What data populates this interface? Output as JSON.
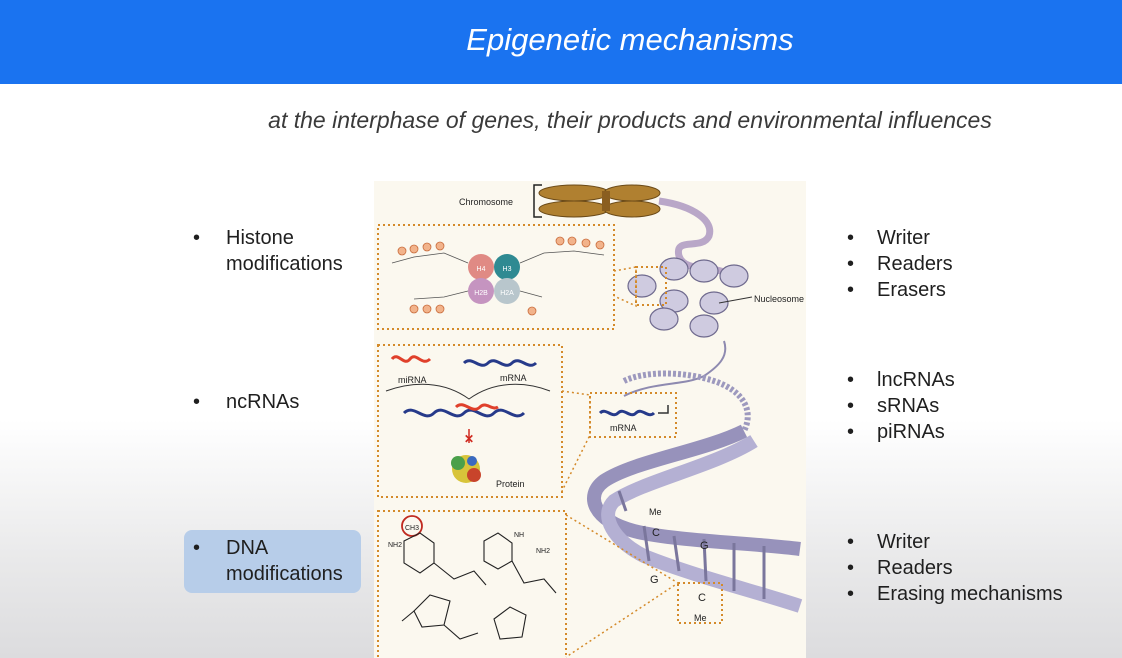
{
  "header": {
    "title": "Epigenetic mechanisms"
  },
  "subtitle": "at the interphase of genes, their products and environmental influences",
  "left_items": [
    {
      "label": "Histone modifications",
      "line1": "Histone",
      "line2": "modifications"
    },
    {
      "label": "ncRNAs"
    },
    {
      "label": "DNA modifications",
      "line1": "DNA",
      "line2": "modifications",
      "highlighted": true
    }
  ],
  "right_groups": [
    {
      "items": [
        "Writer",
        "Readers",
        "Erasers"
      ]
    },
    {
      "items": [
        "lncRNAs",
        "sRNAs",
        "piRNAs"
      ]
    },
    {
      "items": [
        "Writer",
        "Readers",
        "Erasing mechanisms"
      ]
    }
  ],
  "figure": {
    "chromosome_label": "Chromosome",
    "nucleosome_label": "Nucleosome",
    "mirna_label": "miRNA",
    "mrna_label": "mRNA",
    "mrna_label_2": "mRNA",
    "protein_label": "Protein",
    "histones": [
      "H4",
      "H3",
      "H2B",
      "H2A"
    ],
    "methyl_label_1": "Me",
    "methyl_label_2": "Me",
    "bases": [
      "C",
      "G",
      "G",
      "C"
    ],
    "methyl_group": "CH3",
    "amine_1": "NH2",
    "amine_2": "NH2",
    "imine": "NH",
    "panel_border_color": "#d48a2a"
  },
  "colors": {
    "header_bg": "#1a73f0",
    "highlight_bg": "#b7cde9"
  }
}
